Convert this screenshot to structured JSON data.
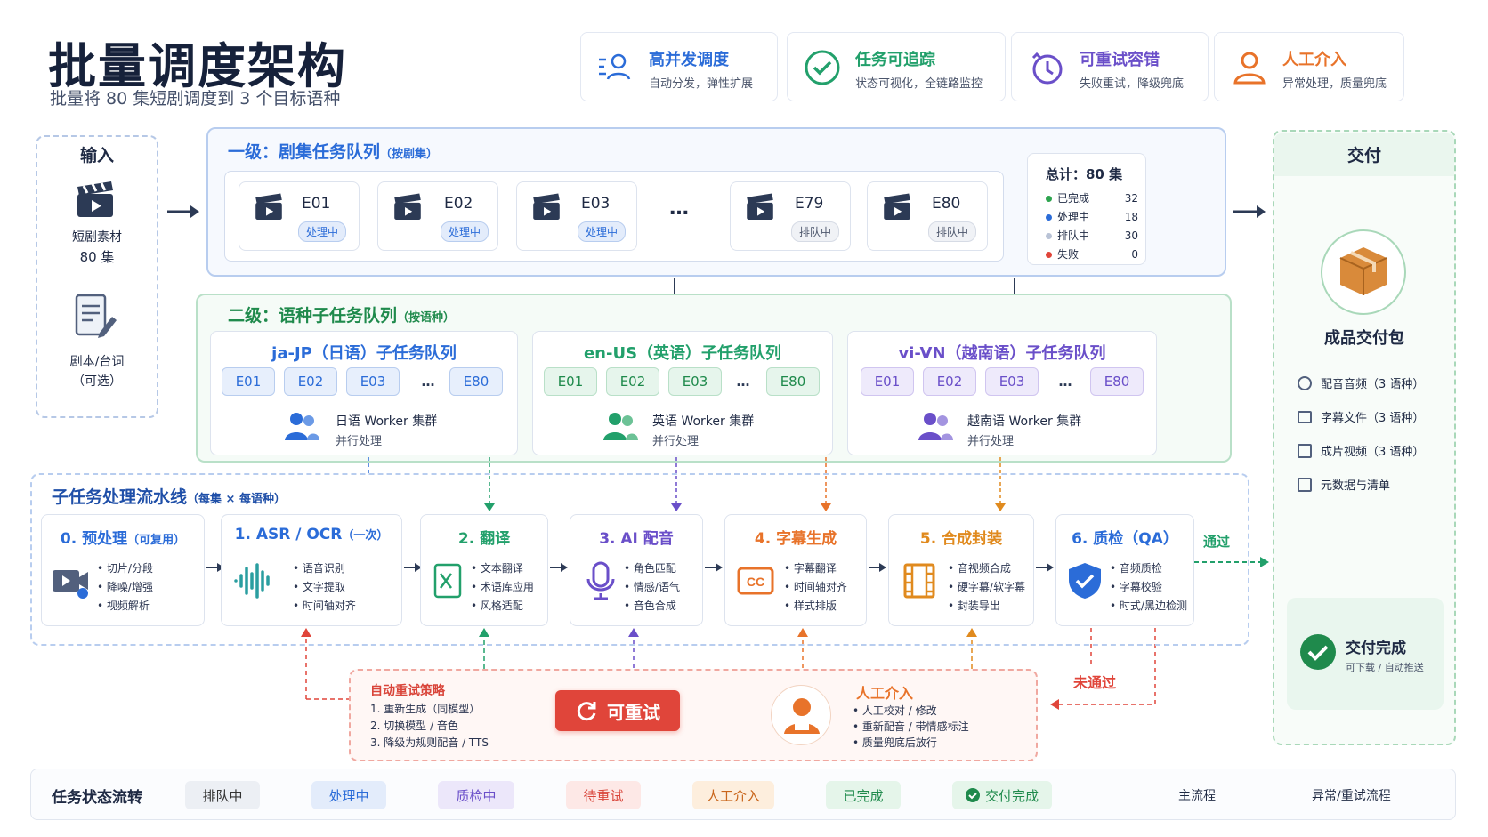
{
  "header": {
    "title": "批量调度架构",
    "subtitle": "批量将 80 集短剧调度到 3 个目标语种"
  },
  "features": [
    {
      "title": "高并发调度",
      "desc": "自动分发，弹性扩展",
      "icon": "dispatch-icon",
      "color": "#2b6cd8"
    },
    {
      "title": "任务可追踪",
      "desc": "状态可视化，全链路监控",
      "icon": "check-circle-icon",
      "color": "#22a06b"
    },
    {
      "title": "可重试容错",
      "desc": "失败重试，降级兜底",
      "icon": "retry-clock-icon",
      "color": "#6a4fc9"
    },
    {
      "title": "人工介入",
      "desc": "异常处理，质量兜底",
      "icon": "person-icon",
      "color": "#e8732a"
    }
  ],
  "input": {
    "title": "输入",
    "item1": "短剧素材",
    "item1b": "80 集",
    "item2": "剧本/台词",
    "item2b": "（可选）"
  },
  "level1": {
    "title": "一级：剧集任务队列",
    "note": "（按剧集）",
    "episodes": [
      {
        "id": "E01",
        "status": "处理中"
      },
      {
        "id": "E02",
        "status": "处理中"
      },
      {
        "id": "E03",
        "status": "处理中"
      },
      {
        "id": "E79",
        "status": "排队中"
      },
      {
        "id": "E80",
        "status": "排队中"
      }
    ],
    "ellipsis": "…",
    "summary": {
      "title": "总计：80 集",
      "rows": [
        {
          "label": "已完成",
          "value": "32",
          "color": "#2ea44f"
        },
        {
          "label": "处理中",
          "value": "18",
          "color": "#2b6cd8"
        },
        {
          "label": "排队中",
          "value": "30",
          "color": "#b9c3d6"
        },
        {
          "label": "失败",
          "value": "0",
          "color": "#e0453a"
        }
      ]
    }
  },
  "level2": {
    "title": "二级：语种子任务队列",
    "note": "（按语种）",
    "queues": [
      {
        "title": "ja-JP（日语）子任务队列",
        "chips": [
          "E01",
          "E02",
          "E03",
          "…",
          "E80"
        ],
        "worker": "日语 Worker 集群",
        "mode": "并行处理",
        "color": "#2b6cd8",
        "chipbg": "#e7effc"
      },
      {
        "title": "en-US（英语）子任务队列",
        "chips": [
          "E01",
          "E02",
          "E03",
          "…",
          "E80"
        ],
        "worker": "英语 Worker 集群",
        "mode": "并行处理",
        "color": "#22a06b",
        "chipbg": "#e6f5ec"
      },
      {
        "title": "vi-VN（越南语）子任务队列",
        "chips": [
          "E01",
          "E02",
          "E03",
          "…",
          "E80"
        ],
        "worker": "越南语 Worker 集群",
        "mode": "并行处理",
        "color": "#6a4fc9",
        "chipbg": "#eeeafb"
      }
    ]
  },
  "pipeline": {
    "title": "子任务处理流水线",
    "note": "（每集 × 每语种）",
    "steps": [
      {
        "title": "0. 预处理",
        "note": "（可复用）",
        "items": [
          "切片/分段",
          "降噪/增强",
          "视频解析"
        ],
        "color": "#2b6cd8",
        "icon": "video-icon"
      },
      {
        "title": "1. ASR / OCR",
        "note": "（一次）",
        "items": [
          "语音识别",
          "文字提取",
          "时间轴对齐"
        ],
        "color": "#2b6cd8",
        "icon": "waveform-icon"
      },
      {
        "title": "2. 翻译",
        "note": "",
        "items": [
          "文本翻译",
          "术语库应用",
          "风格适配"
        ],
        "color": "#22a06b",
        "icon": "translate-icon"
      },
      {
        "title": "3. AI 配音",
        "note": "",
        "items": [
          "角色匹配",
          "情感/语气",
          "音色合成"
        ],
        "color": "#6a4fc9",
        "icon": "microphone-icon"
      },
      {
        "title": "4. 字幕生成",
        "note": "",
        "items": [
          "字幕翻译",
          "时间轴对齐",
          "样式排版"
        ],
        "color": "#e8732a",
        "icon": "cc-icon"
      },
      {
        "title": "5. 合成封装",
        "note": "",
        "items": [
          "音视频合成",
          "硬字幕/软字幕",
          "封装导出"
        ],
        "color": "#e08a1e",
        "icon": "film-icon"
      },
      {
        "title": "6. 质检（QA）",
        "note": "",
        "items": [
          "音频质检",
          "字幕校验",
          "时式/黑边检测"
        ],
        "color": "#2b6cd8",
        "icon": "shield-check-icon"
      }
    ],
    "pass": "通过",
    "fail": "未通过"
  },
  "retry": {
    "title": "自动重试策略",
    "items": [
      "1.  重新生成（同模型）",
      "2.  切换模型 / 音色",
      "3.  降级为规则配音 / TTS"
    ],
    "button": "可重试"
  },
  "manual": {
    "title": "人工介入",
    "items": [
      "人工校对 / 修改",
      "重新配音 / 带情感标注",
      "质量兜底后放行"
    ]
  },
  "delivery": {
    "title": "交付",
    "package": "成品交付包",
    "items": [
      "配音音频（3 语种）",
      "字幕文件（3 语种）",
      "成片视频（3 语种）",
      "元数据与清单"
    ],
    "done": "交付完成",
    "done_sub": "可下载 / 自动推送"
  },
  "status": {
    "title": "任务状态流转",
    "states": [
      {
        "label": "排队中",
        "bg": "#eceff4",
        "fg": "#333"
      },
      {
        "label": "处理中",
        "bg": "#e3ecfb",
        "fg": "#2b6cd8"
      },
      {
        "label": "质检中",
        "bg": "#ece7fa",
        "fg": "#6a4fc9"
      },
      {
        "label": "待重试",
        "bg": "#fde8e6",
        "fg": "#d9453a"
      },
      {
        "label": "人工介入",
        "bg": "#fdeedd",
        "fg": "#c9661c"
      },
      {
        "label": "已完成",
        "bg": "#e5f5ea",
        "fg": "#1f8a4c"
      },
      {
        "label": "交付完成",
        "bg": "#e5f5ea",
        "fg": "#1f8a4c"
      }
    ],
    "legend_main": "主流程",
    "legend_retry": "异常/重试流程"
  }
}
